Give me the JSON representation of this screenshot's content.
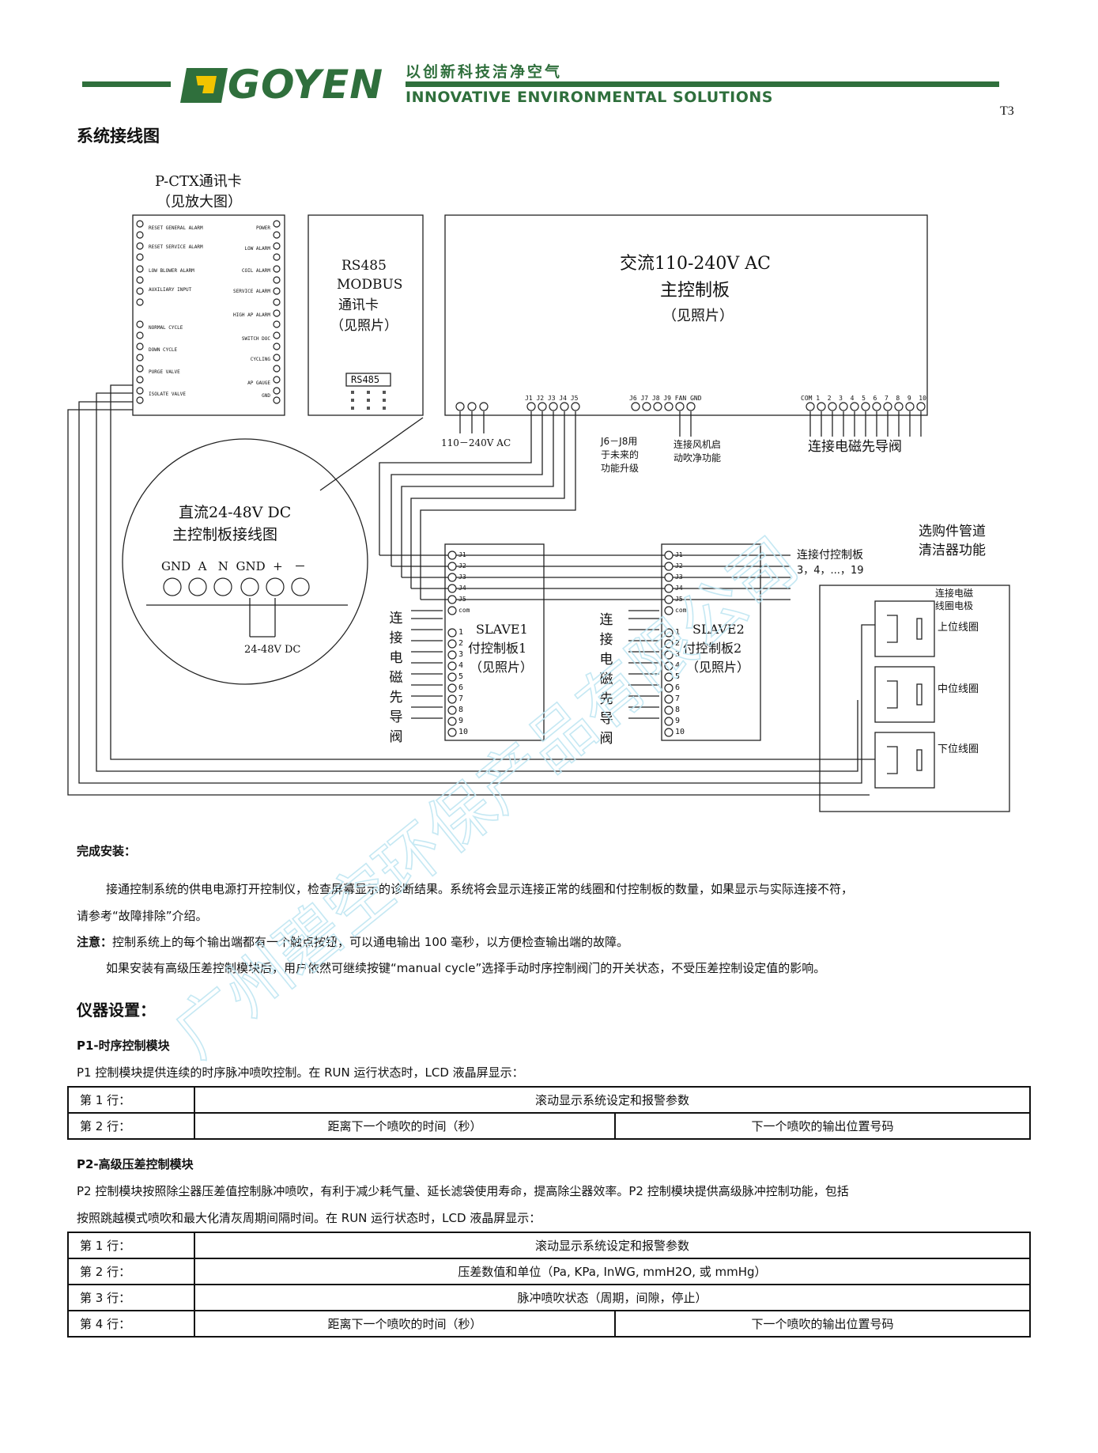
{
  "header": {
    "logo_word": "GOYEN",
    "slogan_cn": "以创新科技洁净空气",
    "slogan_en": "INNOVATIVE ENVIRONMENTAL SOLUTIONS",
    "page_no": "T3"
  },
  "section_title": "系统接线图",
  "diagram": {
    "pctx_title_1": "P-CTX通讯卡",
    "pctx_title_2": "（见放大图）",
    "pctx_left": [
      "RESET GENERAL ALARM",
      "RESET SERVICE ALARM",
      "LOW BLOWER ALARM",
      "AUXILIARY INPUT",
      "NORMAL CYCLE",
      "DOWN CYCLE",
      "PURGE VALVE",
      "ISOLATE VALVE"
    ],
    "pctx_right": [
      "POWER",
      "LOW ALARM",
      "COIL ALARM",
      "SERVICE ALARM",
      "HIGH AP ALARM",
      "SWITCH DOC",
      "CYCLING",
      "AP GAUGE",
      "GND"
    ],
    "rs485_1": "RS485",
    "rs485_2": "MODBUS",
    "rs485_3": "通讯卡",
    "rs485_4": "（见照片）",
    "rs485_tag": "RS485",
    "main_1": "交流110-240V  AC",
    "main_2": "主控制板",
    "main_3": "（见照片）",
    "main_j_labels": "J1 J2 J3 J4 J5",
    "main_j6_labels": "J6 J7 J8 J9 FAN GND",
    "main_com_labels": "COM 1  2  3  4  5  6  7  8  9  10",
    "ac_label": "110－240V  AC",
    "j6j8_note": [
      "J6－J8用",
      "于未来的",
      "功能升级"
    ],
    "fan_note": [
      "连接风机启",
      "动吹净功能"
    ],
    "solenoid_note": "连接电磁先导阀",
    "dc_1": "直流24-48V  DC",
    "dc_2": "主控制板接线图",
    "dc_terms": "GND  A   N  GND  +   －",
    "dc_volt": "24-48V  DC",
    "slave1_1": "SLAVE1",
    "slave1_2": "付控制板1",
    "slave1_3": "（见照片）",
    "slave2_1": "SLAVE2",
    "slave2_2": "付控制板2",
    "slave2_3": "（见照片）",
    "vert_label": [
      "连",
      "接",
      "电",
      "磁",
      "先",
      "导",
      "阀"
    ],
    "j_pins": [
      "J1",
      "J2",
      "J3",
      "J4",
      "J5",
      "com"
    ],
    "num_pins": [
      "1",
      "2",
      "3",
      "4",
      "5",
      "6",
      "7",
      "8",
      "9",
      "10"
    ],
    "connect_more_1": "连接付控制板",
    "connect_more_2": "3，4，...，19",
    "option_1": "选购件管道",
    "option_2": "清洁器功能",
    "coil_note_1": "连接电磁",
    "coil_note_2": "线圈电极",
    "coil_up": "上位线圈",
    "coil_mid": "中位线圈",
    "coil_low": "下位线圈"
  },
  "install": {
    "title": "完成安装：",
    "p1a": "接通控制系统的供电电源打开控制仪，检查屏幕显示的诊断结果。系统将会显示连接正常的线圈和付控制板的数量，如果显示与实际连接不符，",
    "p1b": "请参考“故障排除”介绍。",
    "note_label": "注意：",
    "note_text": "控制系统上的每个输出端都有一个触点按钮，可以通电输出 100 毫秒，以方便检查输出端的故障。",
    "p2": "如果安装有高级压差控制模块后，用户依然可继续按键“manual cycle”选择手动时序控制阀门的开关状态，不受压差控制设定值的影响。"
  },
  "settings_title": "仪器设置：",
  "p1": {
    "title": "P1-时序控制模块",
    "desc": "P1 控制模块提供连续的时序脉冲喷吹控制。在 RUN 运行状态时，LCD 液晶屏显示：",
    "rows": [
      {
        "label": "第 1 行：",
        "full": "滚动显示系统设定和报警参数"
      },
      {
        "label": "第 2 行：",
        "left": "距离下一个喷吹的时间（秒）",
        "right": "下一个喷吹的输出位置号码"
      }
    ]
  },
  "p2": {
    "title": "P2-高级压差控制模块",
    "desc1": "P2 控制模块按照除尘器压差值控制脉冲喷吹，有利于减少耗气量、延长滤袋使用寿命，提高除尘器效率。P2 控制模块提供高级脉冲控制功能，包括",
    "desc2": "按照跳越模式喷吹和最大化清灰周期间隔时间。在 RUN 运行状态时，LCD 液晶屏显示：",
    "rows": [
      {
        "label": "第 1 行：",
        "full": "滚动显示系统设定和报警参数"
      },
      {
        "label": "第 2 行：",
        "full": "压差数值和单位（Pa, KPa, InWG, mmH2O, 或 mmHg）"
      },
      {
        "label": "第 3 行：",
        "full": "脉冲喷吹状态（周期，间隙，停止）"
      },
      {
        "label": "第 4 行：",
        "left": "距离下一个喷吹的时间（秒）",
        "right": "下一个喷吹的输出位置号码"
      }
    ]
  },
  "watermark": "广州碧空环保产品有限公司",
  "colors": {
    "brand_green": "#2f6f3c",
    "watermark": "#bfe6f2"
  }
}
